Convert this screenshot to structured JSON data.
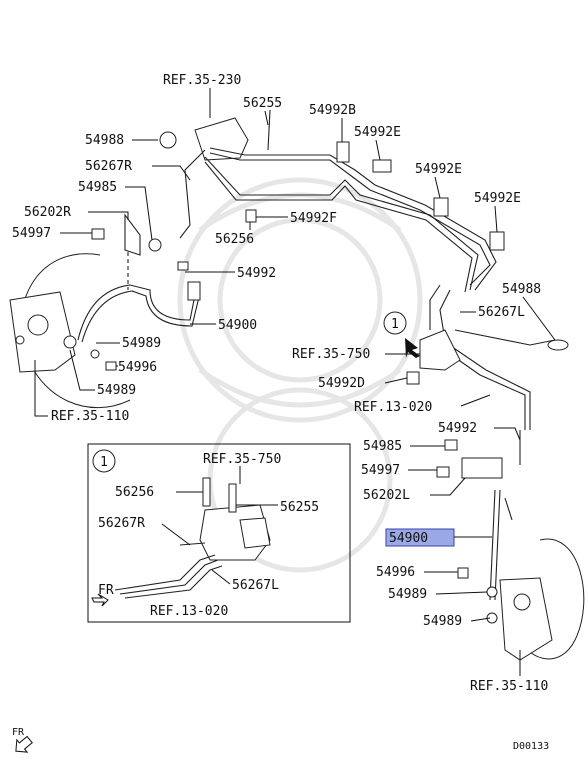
{
  "labels": {
    "ref_35_230": "REF.35-230",
    "p56255_top": "56255",
    "p54992B": "54992B",
    "p54988_left": "54988",
    "p54992E_1": "54992E",
    "p56267R_top": "56267R",
    "p54992E_2": "54992E",
    "p54985_left": "54985",
    "p54992E_3": "54992E",
    "p56202R": "56202R",
    "p54992F": "54992F",
    "p54997_left": "54997",
    "p56256_top": "56256",
    "p54992_left": "54992",
    "p54988_right": "54988",
    "p54900_left": "54900",
    "p56267L_right": "56267L",
    "p54989_left_1": "54989",
    "p54996_left": "54996",
    "ref_35_750_main": "REF.35-750",
    "p54989_left_2": "54989",
    "p54992D": "54992D",
    "ref_13_020_main": "REF.13-020",
    "ref_35_110_left": "REF.35-110",
    "p54992_right": "54992",
    "p54985_right": "54985",
    "p54997_right": "54997",
    "p56202L": "56202L",
    "p54900_right": "54900",
    "p54996_right": "54996",
    "p54989_right_1": "54989",
    "p54989_right_2": "54989",
    "ref_35_110_right": "REF.35-110",
    "circle_main": "1",
    "fr_bottom": "FR",
    "doc_code": "D00133"
  },
  "inset": {
    "circle": "1",
    "ref_35_750": "REF.35-750",
    "p56256": "56256",
    "p56255": "56255",
    "p56267R": "56267R",
    "p56267L": "56267L",
    "fr": "FR",
    "ref_13_020": "REF.13-020"
  },
  "colors": {
    "highlight": "#9aa8e6",
    "line": "#111111"
  }
}
